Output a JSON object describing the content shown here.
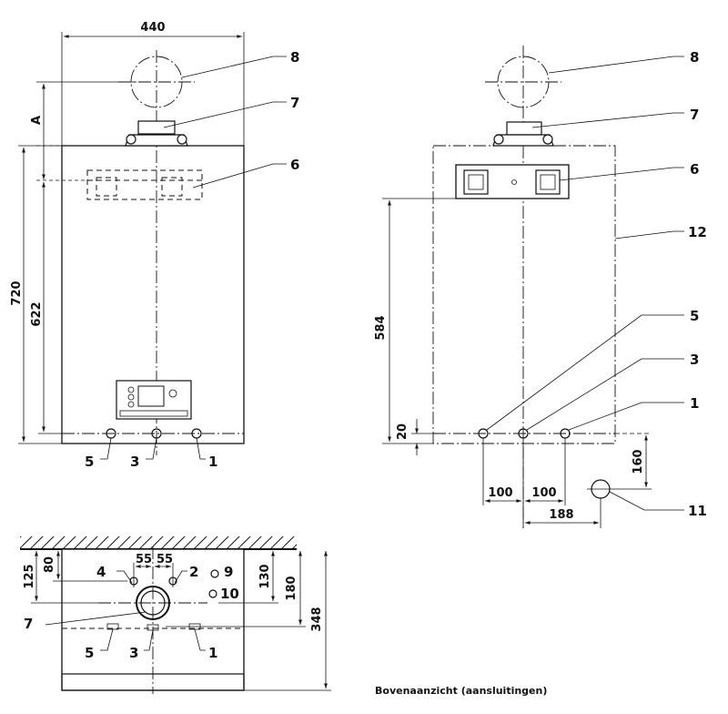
{
  "front_view": {
    "width_dim": "440",
    "height_dim": "720",
    "mount_dim": "622",
    "flue_dim": "A",
    "callouts": {
      "c8": "8",
      "c7": "7",
      "c6": "6",
      "c5": "5",
      "c3": "3",
      "c1": "1"
    }
  },
  "side_view": {
    "height_dim": "584",
    "bottom_dim": "20",
    "offset_left": "100",
    "offset_right": "100",
    "offset_wide": "188",
    "drop_dim": "160",
    "callouts": {
      "c8": "8",
      "c7": "7",
      "c6": "6",
      "c12": "12",
      "c5": "5",
      "c3": "3",
      "c1": "1",
      "c11": "11"
    }
  },
  "top_view": {
    "spacing_left": "55",
    "spacing_right": "55",
    "depth_125": "125",
    "depth_80": "80",
    "depth_130": "130",
    "depth_180": "180",
    "depth_348": "348",
    "callouts": {
      "c4": "4",
      "c2": "2",
      "c9": "9",
      "c10": "10",
      "c7": "7",
      "c5": "5",
      "c3": "3",
      "c1": "1"
    },
    "caption": "Bovenaanzicht (aansluitingen)"
  }
}
